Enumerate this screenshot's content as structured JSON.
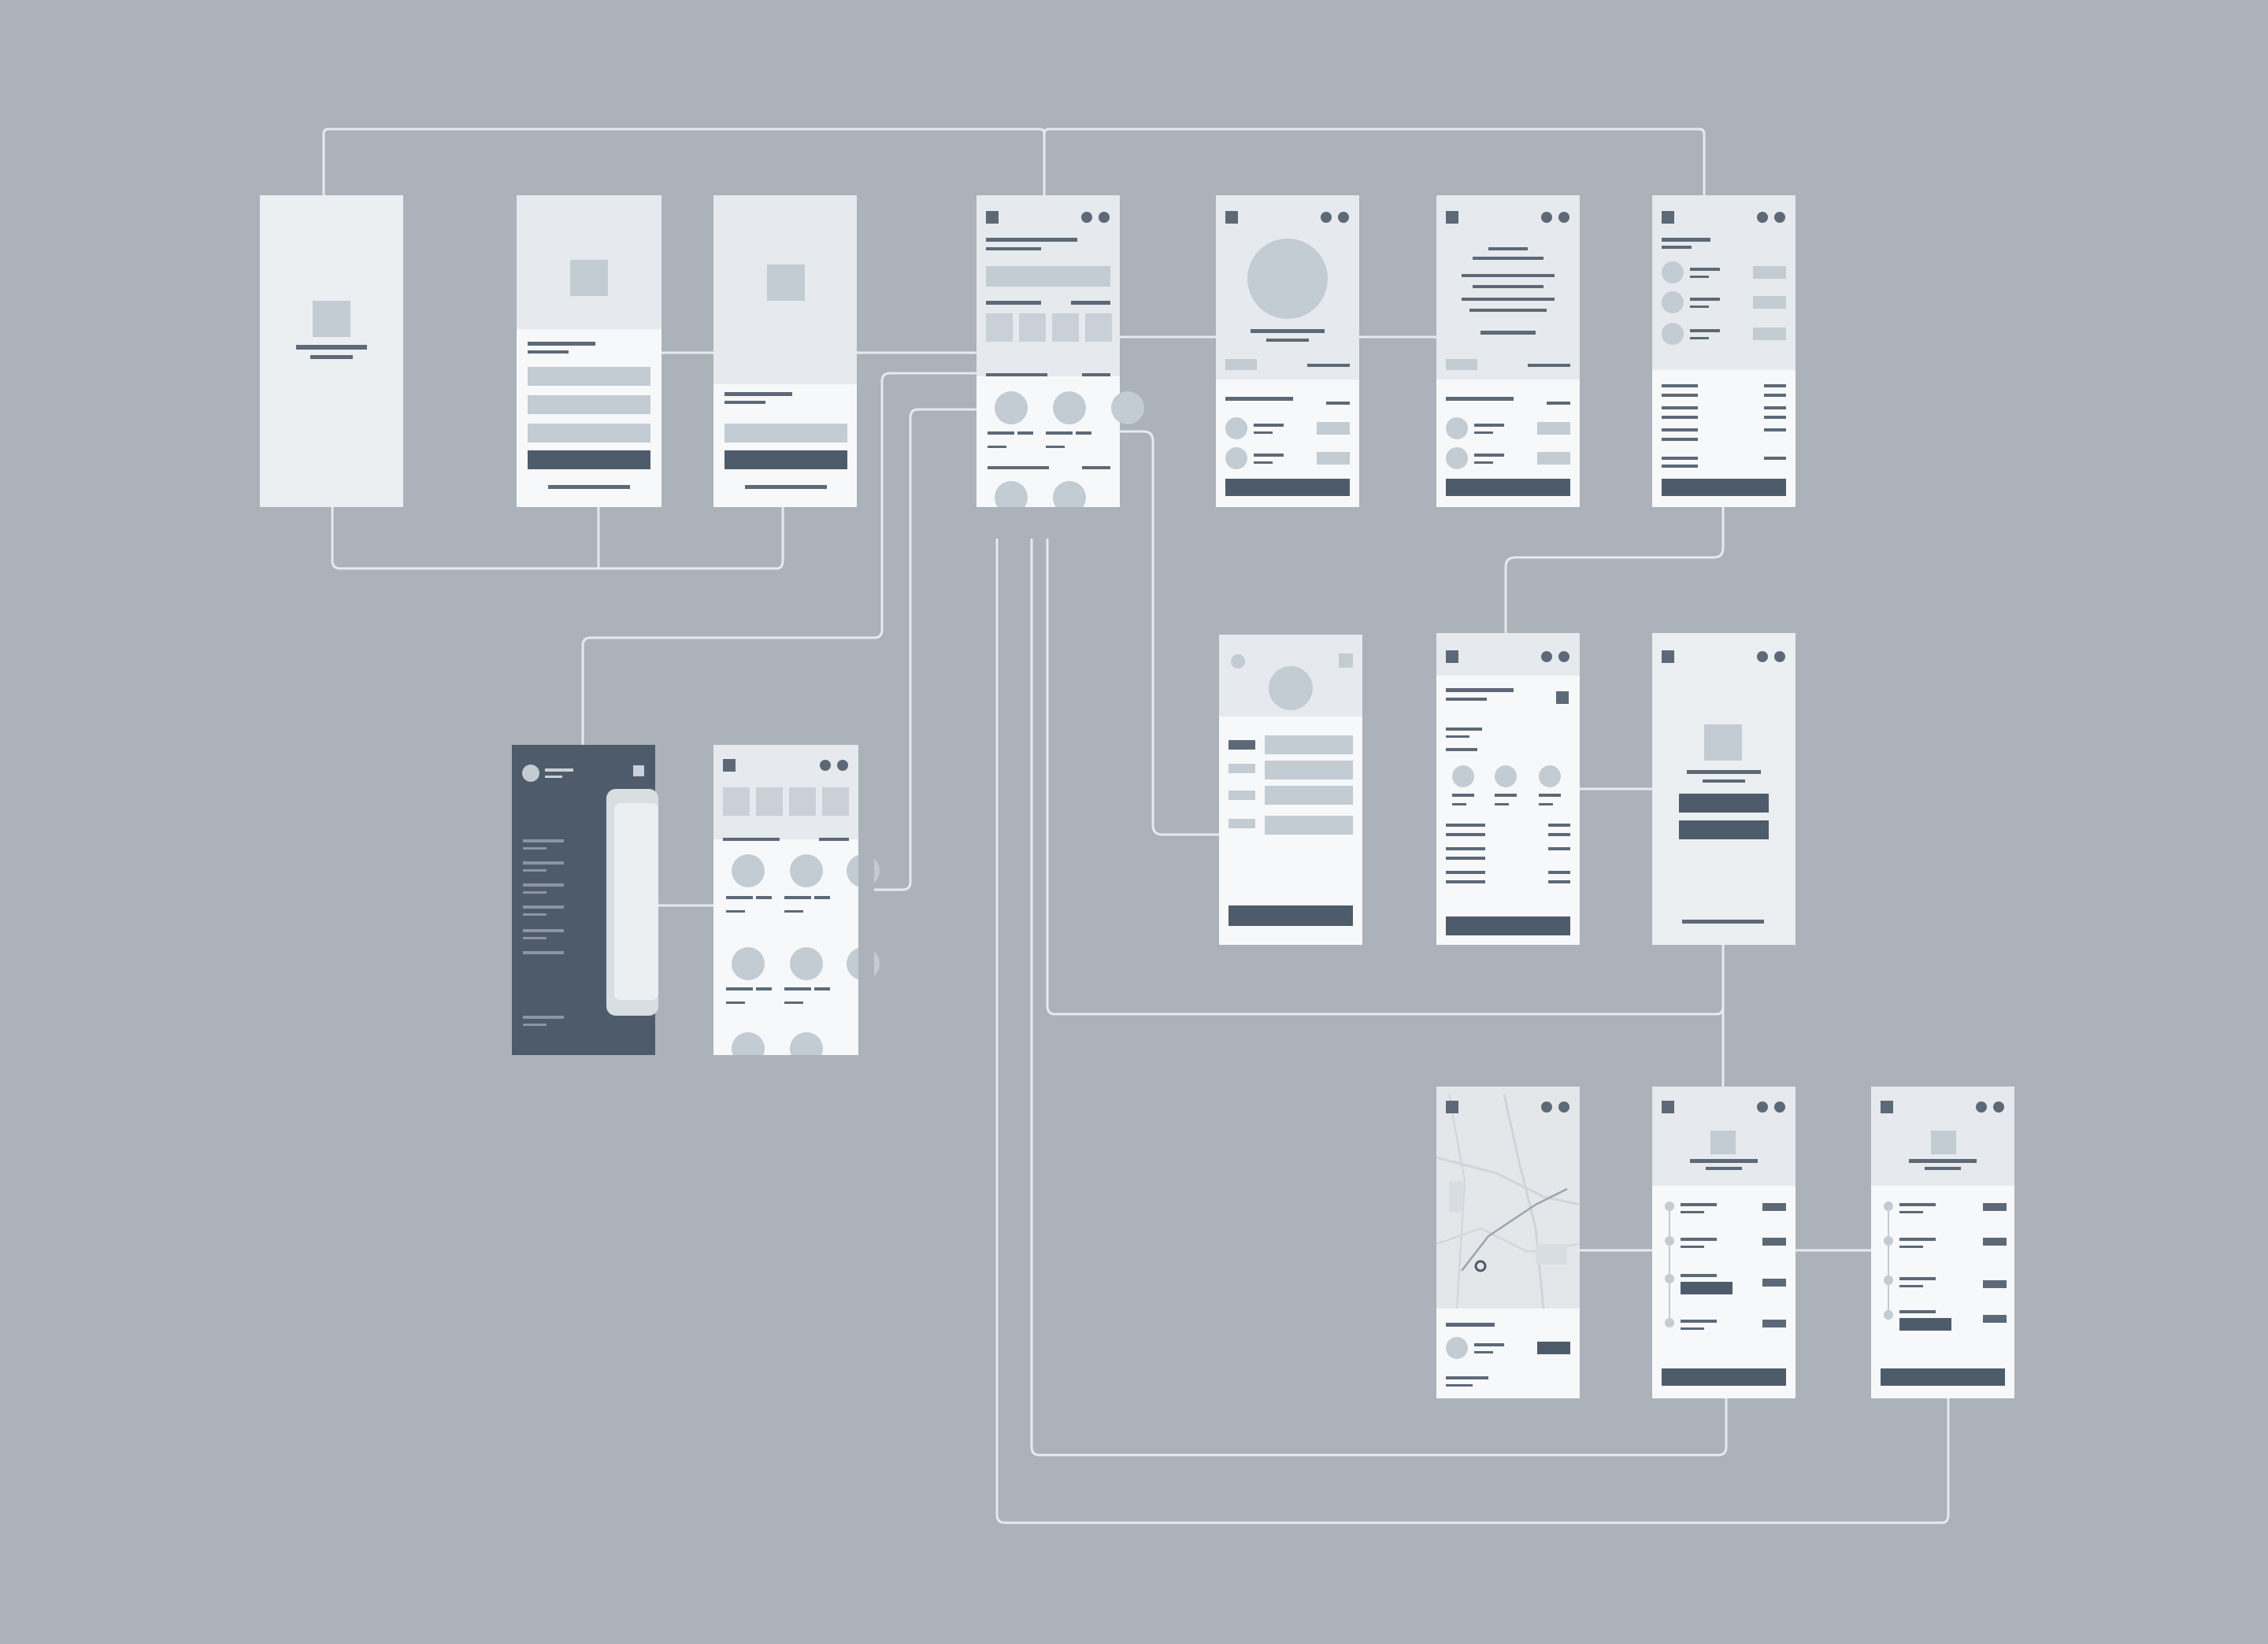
{
  "colors": {
    "background": "#abb2b9",
    "screen": "#eceff2",
    "screen_header": "#e6e9ed",
    "placeholder": "#c3cbd3",
    "dark_block": "#4e5b6a",
    "connector": "#e7eaed"
  },
  "diagram": {
    "type": "wireframe-user-flow",
    "screens": [
      {
        "id": "splash",
        "kind": "splash"
      },
      {
        "id": "sign-up",
        "kind": "form"
      },
      {
        "id": "log-in",
        "kind": "form"
      },
      {
        "id": "home",
        "kind": "home-feed"
      },
      {
        "id": "profile",
        "kind": "profile"
      },
      {
        "id": "detail",
        "kind": "text-detail"
      },
      {
        "id": "cart",
        "kind": "list"
      },
      {
        "id": "side-menu",
        "kind": "drawer"
      },
      {
        "id": "catalog",
        "kind": "grid"
      },
      {
        "id": "edit-profile",
        "kind": "form"
      },
      {
        "id": "order-summary",
        "kind": "list"
      },
      {
        "id": "confirmation",
        "kind": "success"
      },
      {
        "id": "map-tracking",
        "kind": "map"
      },
      {
        "id": "order-status-1",
        "kind": "timeline"
      },
      {
        "id": "order-status-2",
        "kind": "timeline"
      }
    ],
    "connections": [
      [
        "splash",
        "home"
      ],
      [
        "home",
        "cart"
      ],
      [
        "splash",
        "sign-up"
      ],
      [
        "sign-up",
        "log-in"
      ],
      [
        "sign-up",
        "log-in"
      ],
      [
        "log-in",
        "home"
      ],
      [
        "home",
        "profile"
      ],
      [
        "profile",
        "detail"
      ],
      [
        "cart",
        "order-summary"
      ],
      [
        "home",
        "side-menu"
      ],
      [
        "home",
        "catalog"
      ],
      [
        "side-menu",
        "catalog"
      ],
      [
        "home",
        "edit-profile"
      ],
      [
        "order-summary",
        "confirmation"
      ],
      [
        "home",
        "confirmation"
      ],
      [
        "confirmation",
        "order-status-1"
      ],
      [
        "map-tracking",
        "order-status-1"
      ],
      [
        "order-status-1",
        "order-status-2"
      ],
      [
        "home",
        "order-status-1"
      ],
      [
        "home",
        "order-status-2"
      ]
    ]
  }
}
